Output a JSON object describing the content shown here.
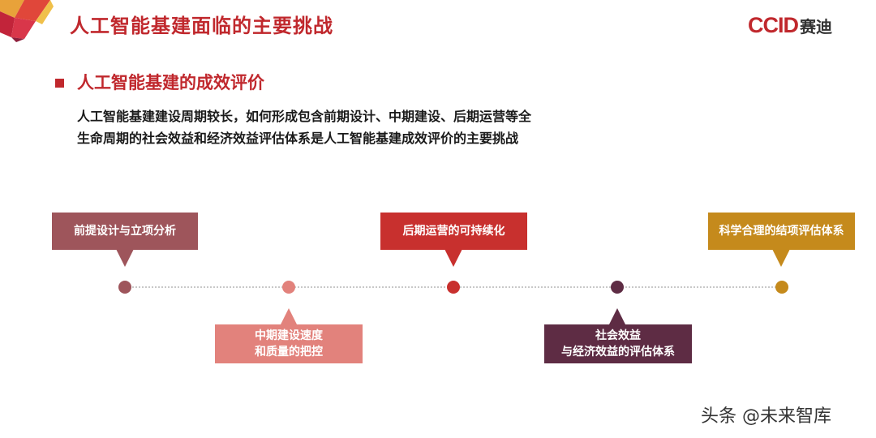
{
  "header": {
    "title": "人工智能基建面临的主要挑战",
    "logo_en": "CCID",
    "logo_cn": "赛迪"
  },
  "section": {
    "title": "人工智能基建的成效评价",
    "desc_line1": "人工智能基建建设周期较长，如何形成包含前期设计、中期建设、后期运营等全",
    "desc_line2": "生命周期的社会效益和经济效益评估体系是人工智能基建成效评价的主要挑战"
  },
  "timeline": {
    "stages": [
      {
        "line1": "前提设计与立项分析",
        "line2": "",
        "color": "#9e555b"
      },
      {
        "line1": "中期建设速度",
        "line2": "和质量的把控",
        "color": "#e2827c"
      },
      {
        "line1": "后期运营的可持续化",
        "line2": "",
        "color": "#c8302e"
      },
      {
        "line1": "社会效益",
        "line2": "与经济效益的评估体系",
        "color": "#5e2c44"
      },
      {
        "line1": "科学合理的结项评估体系",
        "line2": "",
        "color": "#c58a1c"
      }
    ]
  },
  "watermark": "头条 @未来智库"
}
